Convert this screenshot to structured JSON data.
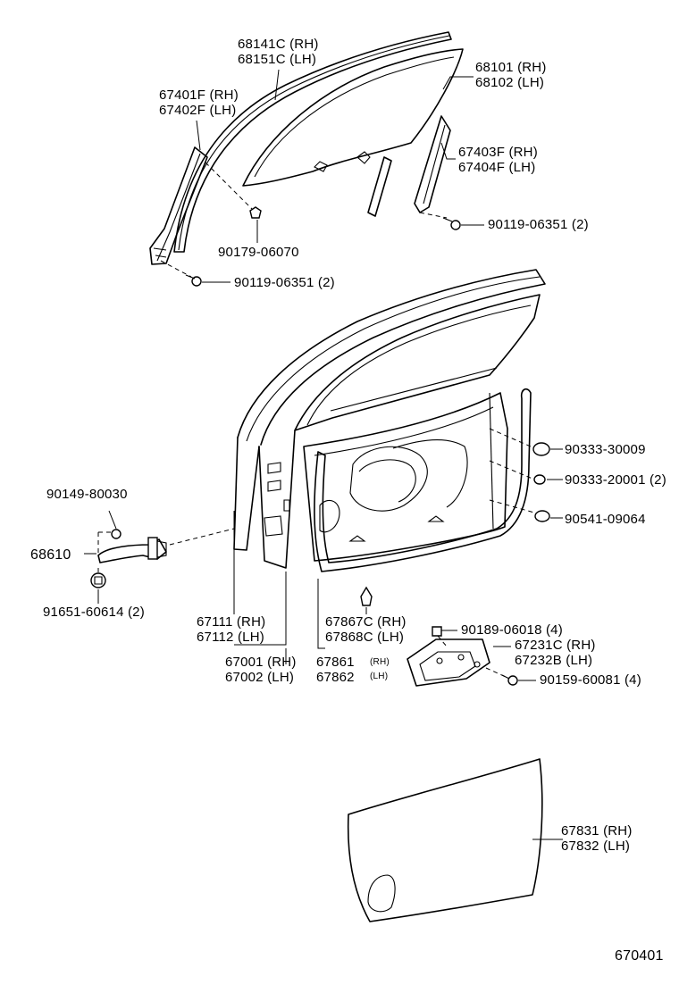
{
  "diagram": {
    "ref_code": "670401",
    "labels": {
      "run_channel": [
        "68141C (RH)",
        "68151C (LH)"
      ],
      "glass": [
        "68101 (RH)",
        "68102 (LH)"
      ],
      "front_run_channel": [
        "67401F (RH)",
        "67402F (LH)"
      ],
      "rear_run_channel": [
        "67403F (RH)",
        "67404F (LH)"
      ],
      "bolt_rear_channel": "90119-06351 (2)",
      "clip_90179": "90179-06070",
      "bolt_front_channel": "90119-06351 (2)",
      "hole_plug_1": "90333-30009",
      "hole_plug_2": "90333-20001 (2)",
      "hole_plug_3": "90541-09064",
      "check_bolt": "90149-80030",
      "door_check": "68610",
      "check_nut": "91651-60614 (2)",
      "outer_weatherstrip": [
        "67111 (RH)",
        "67112 (LH)"
      ],
      "door_panel": [
        "67001 (RH)",
        "67002 (LH)"
      ],
      "weatherstrip": [
        "67861",
        "67862"
      ],
      "weatherstrip_side": [
        "(RH)",
        "(LH)"
      ],
      "clip_67867": [
        "67867C (RH)",
        "67868C (LH)"
      ],
      "screw_90189": "90189-06018 (4)",
      "bracket": [
        "67231C (RH)",
        "67232B (LH)"
      ],
      "screw_90159": "90159-60081 (4)",
      "service_hole_cover": [
        "67831 (RH)",
        "67832 (LH)"
      ]
    }
  }
}
